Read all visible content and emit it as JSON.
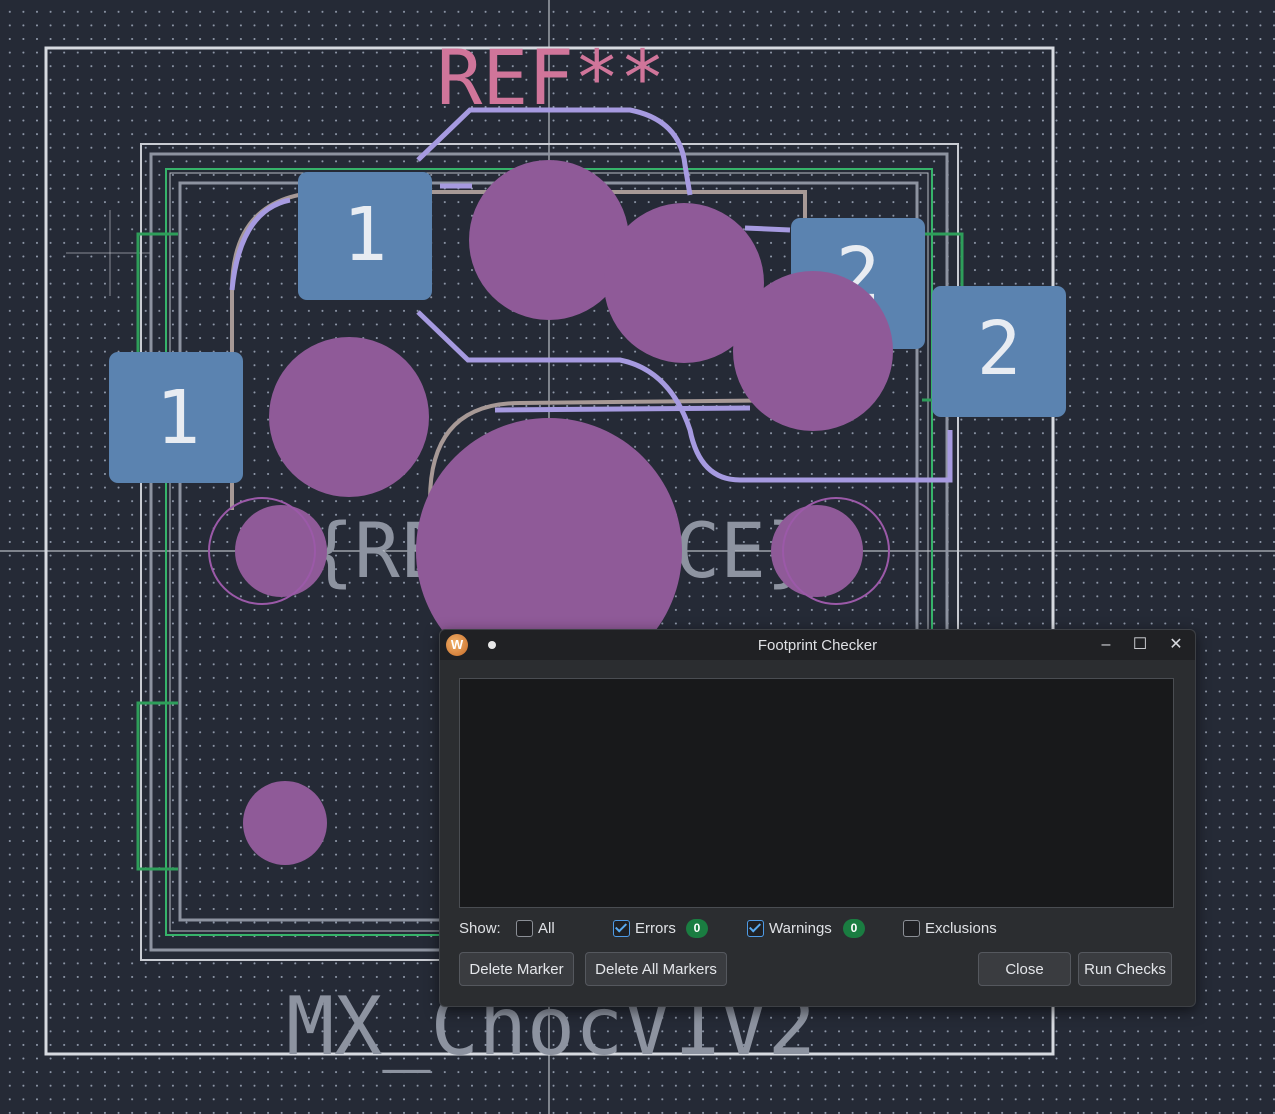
{
  "canvas": {
    "pads": [
      "1",
      "1",
      "2",
      "2"
    ],
    "reference_text": "REF**",
    "value_text": "{REFERENCE}",
    "footprint_name": "MX_ChocV1V2",
    "colors": {
      "background": "#252a36",
      "pad": "#5b83b0",
      "hole": "#8f5a98",
      "ref_text": "#d0759a",
      "courtyard": "#7a8190",
      "edge": "#c9ccd3",
      "silkscreen_green": "#36b36a",
      "fab_outline": "#a79996",
      "track": "#9b8fd8"
    }
  },
  "dialog": {
    "app_icon": "kicad-app-icon",
    "title": "Footprint Checker",
    "window_controls": [
      "minimize-icon",
      "maximize-icon",
      "close-icon"
    ],
    "show_label": "Show:",
    "filters": {
      "all": {
        "label": "All",
        "checked": false
      },
      "errors": {
        "label": "Errors",
        "checked": true,
        "count": "0"
      },
      "warnings": {
        "label": "Warnings",
        "checked": true,
        "count": "0"
      },
      "exclusions": {
        "label": "Exclusions",
        "checked": false
      }
    },
    "buttons": {
      "delete_marker": "Delete Marker",
      "delete_all_markers": "Delete All Markers",
      "close": "Close",
      "run_checks": "Run Checks"
    }
  }
}
